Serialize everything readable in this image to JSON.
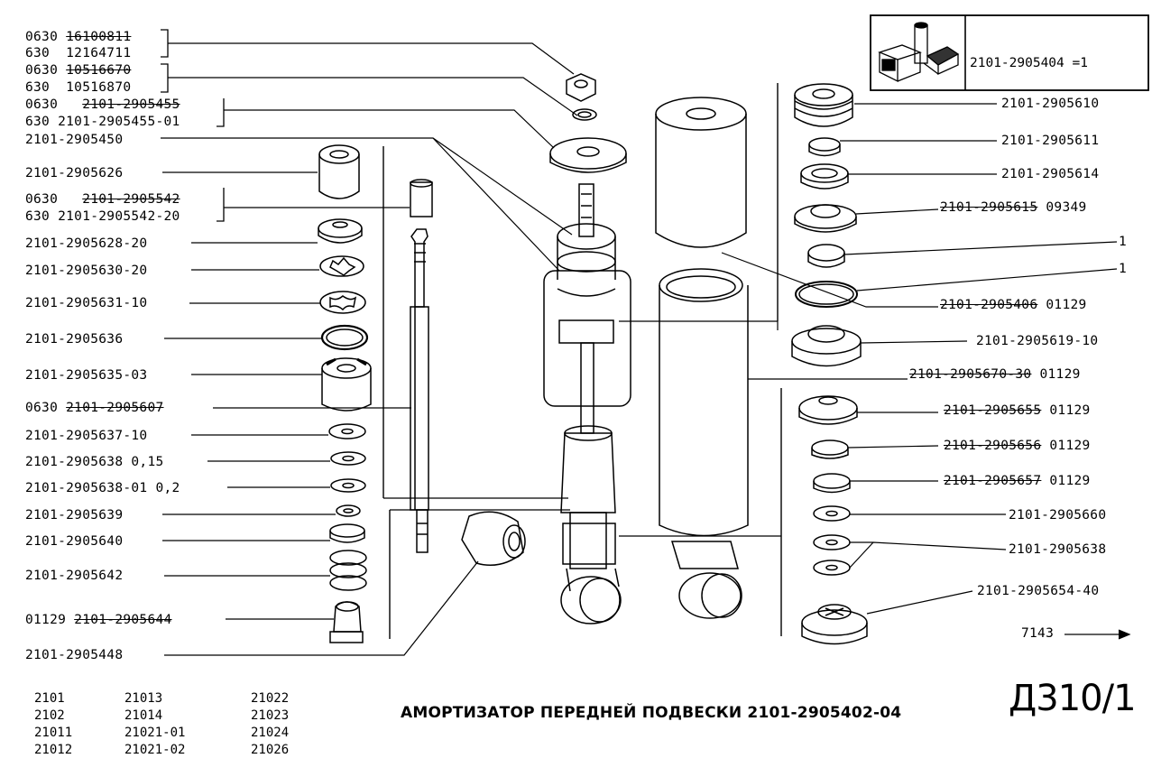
{
  "title": "АМОРТИЗАТОР ПЕРЕДНЕЙ ПОДВЕСКИ 2101-2905402-04",
  "sheet_code": "Д310/1",
  "figure_ref": "7143",
  "kit": {
    "label": "2101-2905404 =1"
  },
  "models": [
    [
      "2101",
      "2102",
      "21011",
      "21012"
    ],
    [
      "21013",
      "21014",
      "21021-01",
      "21021-02"
    ],
    [
      "21022",
      "21023",
      "21024",
      "21026"
    ]
  ],
  "left_labels": [
    {
      "pre": "0630 ",
      "code": "16100811",
      "strike": true
    },
    {
      "pre": "630  ",
      "code": "12164711",
      "strike": false
    },
    {
      "pre": "0630 ",
      "code": "10516670",
      "strike": true
    },
    {
      "pre": "630  ",
      "code": "10516870",
      "strike": false
    },
    {
      "pre": "0630   ",
      "code": "2101-2905455",
      "strike": true
    },
    {
      "pre": "630 ",
      "code": "2101-2905455-01",
      "strike": false
    },
    {
      "pre": "",
      "code": "2101-2905450",
      "strike": false
    },
    {
      "pre": "",
      "code": "2101-2905626",
      "strike": false
    },
    {
      "pre": "0630   ",
      "code": "2101-2905542",
      "strike": true
    },
    {
      "pre": "630 ",
      "code": "2101-2905542-20",
      "strike": false
    },
    {
      "pre": "",
      "code": "2101-2905628-20",
      "strike": false
    },
    {
      "pre": "",
      "code": "2101-2905630-20",
      "strike": false
    },
    {
      "pre": "",
      "code": "2101-2905631-10",
      "strike": false
    },
    {
      "pre": "",
      "code": "2101-2905636",
      "strike": false
    },
    {
      "pre": "",
      "code": "2101-2905635-03",
      "strike": false
    },
    {
      "pre": "0630 ",
      "code": "2101-2905607",
      "strike": true
    },
    {
      "pre": "",
      "code": "2101-2905637-10",
      "strike": false
    },
    {
      "pre": "",
      "code": "2101-2905638 0,15",
      "strike": false
    },
    {
      "pre": "",
      "code": "2101-2905638-01 0,2",
      "strike": false
    },
    {
      "pre": "",
      "code": "2101-2905639",
      "strike": false
    },
    {
      "pre": "",
      "code": "2101-2905640",
      "strike": false
    },
    {
      "pre": "",
      "code": "2101-2905642",
      "strike": false
    },
    {
      "pre": "01129 ",
      "code": "2101-2905644",
      "strike": true
    },
    {
      "pre": "",
      "code": "2101-2905448",
      "strike": false
    }
  ],
  "right_labels": [
    {
      "code": "2101-2905610",
      "suffix": "",
      "strike": false
    },
    {
      "code": "2101-2905611",
      "suffix": "",
      "strike": false
    },
    {
      "code": "2101-2905614",
      "suffix": "",
      "strike": false
    },
    {
      "code": "2101-2905615",
      "suffix": " 09349",
      "strike": true
    },
    {
      "code": "1",
      "suffix": "",
      "strike": false
    },
    {
      "code": "1",
      "suffix": "",
      "strike": false
    },
    {
      "code": "2101-2905406",
      "suffix": " 01129",
      "strike": true
    },
    {
      "code": "2101-2905619-10",
      "suffix": "",
      "strike": false
    },
    {
      "code": "2101-2905670-30",
      "suffix": " 01129",
      "strike": true
    },
    {
      "code": "2101-2905655",
      "suffix": " 01129",
      "strike": true
    },
    {
      "code": "2101-2905656",
      "suffix": " 01129",
      "strike": true
    },
    {
      "code": "2101-2905657",
      "suffix": " 01129",
      "strike": true
    },
    {
      "code": "2101-2905660",
      "suffix": "",
      "strike": false
    },
    {
      "code": "2101-2905638",
      "suffix": "",
      "strike": false
    },
    {
      "code": "2101-2905654-40",
      "suffix": "",
      "strike": false
    }
  ]
}
